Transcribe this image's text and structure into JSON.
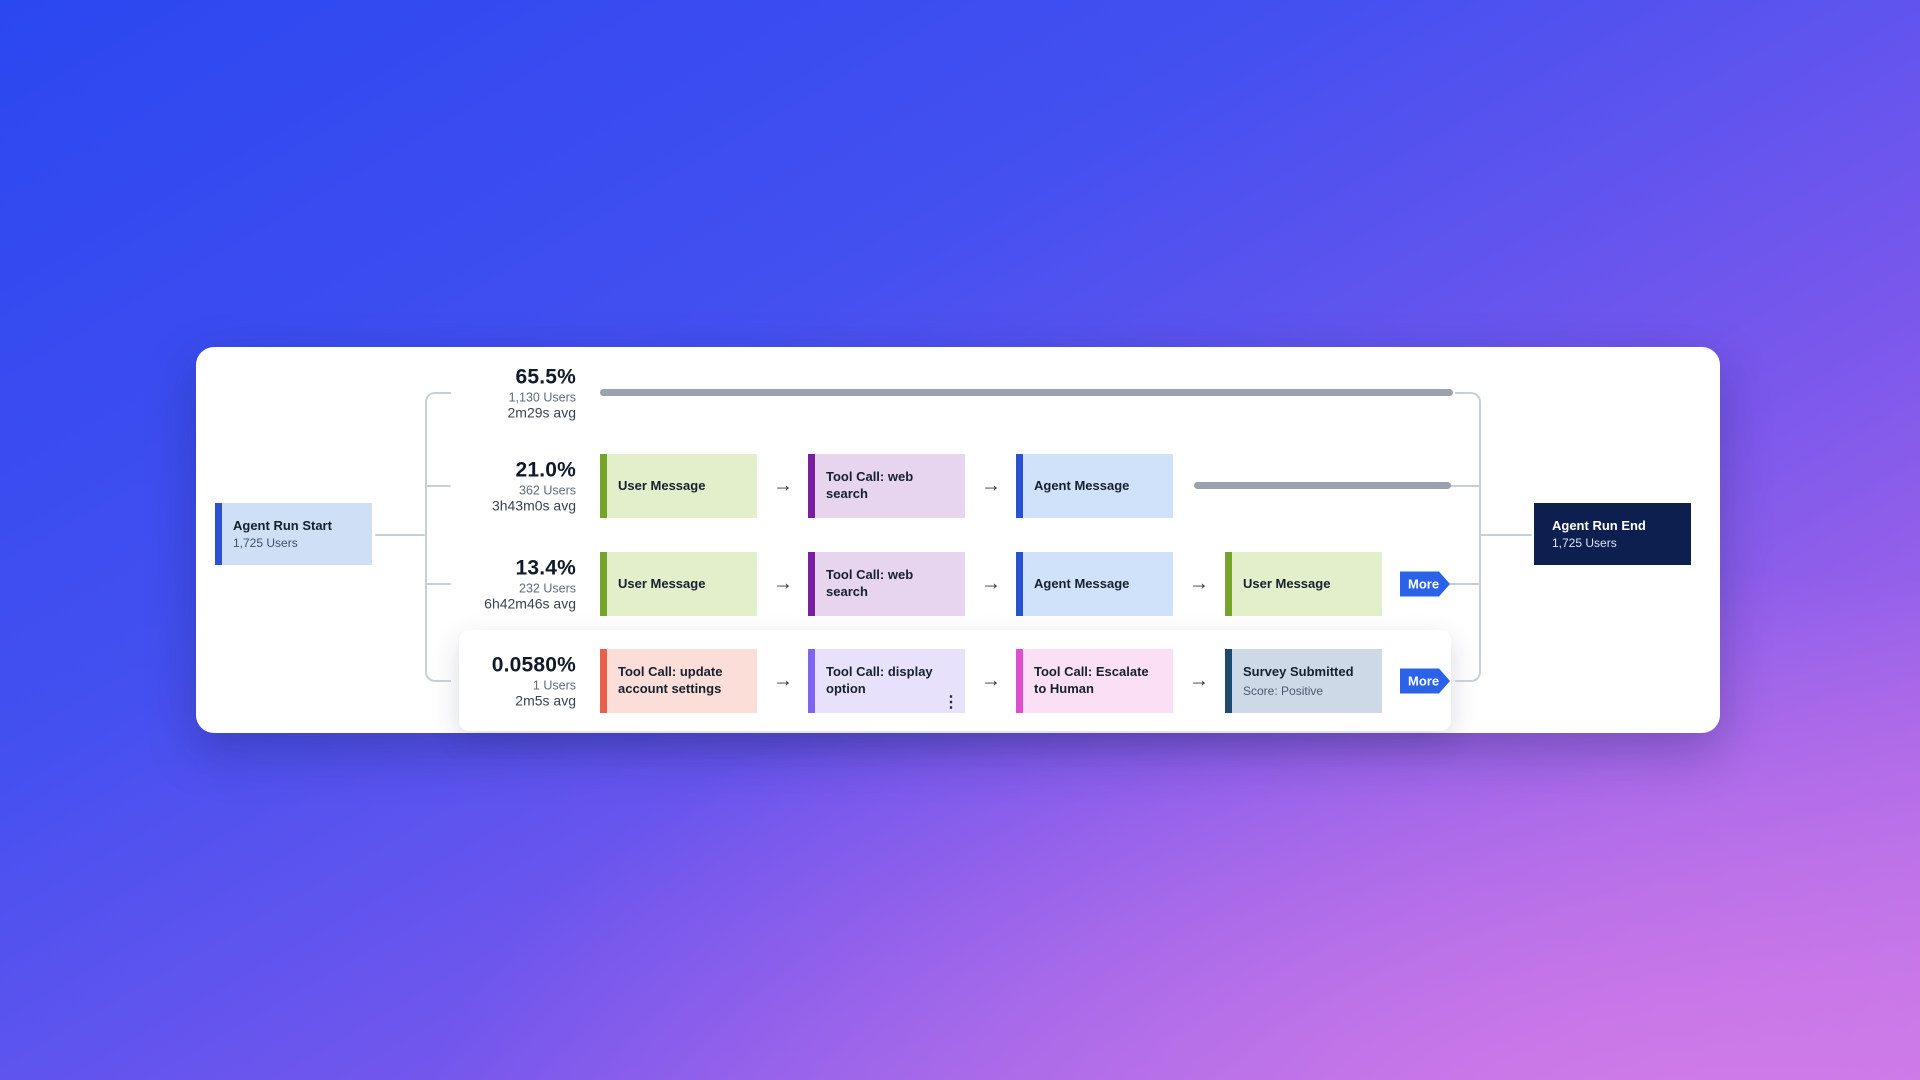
{
  "ui": {
    "arrow": "→",
    "more_label": "More",
    "menu_icon": "⋮"
  },
  "start_node": {
    "title": "Agent Run Start",
    "subtitle": "1,725 Users"
  },
  "end_node": {
    "title": "Agent Run End",
    "subtitle": "1,725 Users"
  },
  "branches": [
    {
      "percent": "65.5%",
      "users": "1,130 Users",
      "avg": "2m29s avg"
    },
    {
      "percent": "21.0%",
      "users": "362 Users",
      "avg": "3h43m0s avg",
      "nodes": [
        {
          "label": "User Message"
        },
        {
          "label": "Tool Call: web search"
        },
        {
          "label": "Agent Message"
        }
      ]
    },
    {
      "percent": "13.4%",
      "users": "232 Users",
      "avg": "6h42m46s avg",
      "nodes": [
        {
          "label": "User Message"
        },
        {
          "label": "Tool Call: web search"
        },
        {
          "label": "Agent Message"
        },
        {
          "label": "User Message"
        }
      ]
    },
    {
      "percent": "0.0580%",
      "users": "1 Users",
      "avg": "2m5s avg",
      "nodes": [
        {
          "label": "Tool Call: update account settings"
        },
        {
          "label": "Tool Call: display option"
        },
        {
          "label": "Tool Call: Escalate to Human"
        },
        {
          "label": "Survey Submitted",
          "sublabel": "Score: Positive"
        }
      ]
    }
  ],
  "colors": {
    "accent_blue": "#2a63e8",
    "flow_bar_gray": "#9aa3ad",
    "connector_gray": "#c7d0d9",
    "start_node_bg": "#cfe0f6",
    "start_node_bar": "#2b50d4",
    "end_node_bg": "#0c1f4e",
    "user_message_bar": "#76a32a",
    "tool_web_search_bar": "#7b1fa2",
    "agent_message_bar": "#2953d1",
    "update_settings_bar": "#e8604c",
    "display_option_bar": "#7f63f2",
    "escalate_bar": "#df4ecf",
    "survey_bar": "#1d4a6e"
  }
}
